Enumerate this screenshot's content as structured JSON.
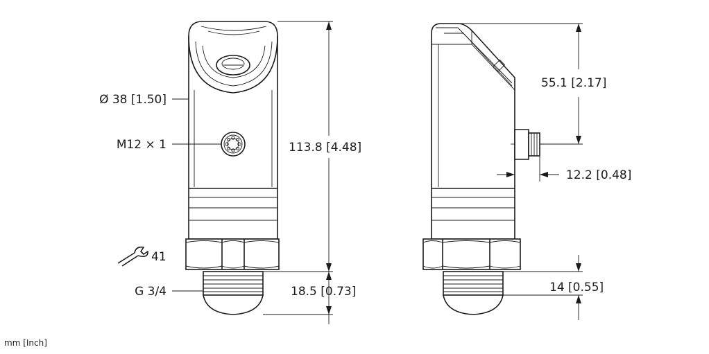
{
  "labels": {
    "diameter": "Ø 38 [1.50]",
    "connector_thread": "M12 × 1",
    "height_total": "113.8 [4.48]",
    "wrench_size": "41",
    "process_thread": "G 3/4",
    "thread_length_front": "18.5 [0.73]",
    "connector_height": "55.1 [2.17]",
    "connector_projection": "12.2 [0.48]",
    "thread_length_side": "14 [0.55]",
    "units_note": "mm [Inch]"
  },
  "icons": {
    "wrench": "wrench-icon",
    "connector": "m12-connector-icon"
  }
}
